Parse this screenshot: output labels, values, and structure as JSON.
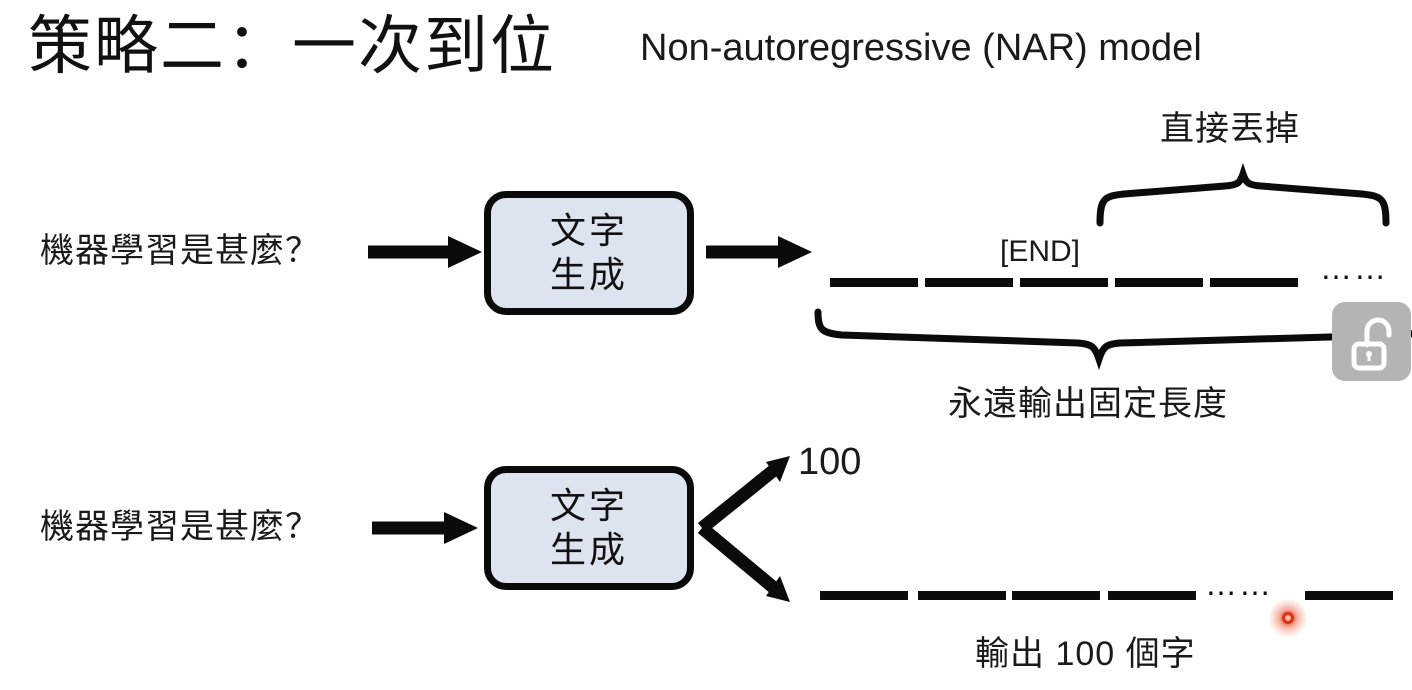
{
  "slide": {
    "background": "#ffffff",
    "title_cn": "策略二：一次到位",
    "title_en": "Non-autoregressive (NAR) model",
    "accent_box_fill": "#dde3ef",
    "ink": "#0b0b0b",
    "cursor_color": "#d9341a"
  },
  "row1": {
    "prompt": "機器學習是甚麼？",
    "model_line1": "文字",
    "model_line2": "生成",
    "end_token": "[END]",
    "ellipsis": "……",
    "brace_top_label": "直接丟掉",
    "brace_bottom_label": "永遠輸出固定長度",
    "dash_count": 5
  },
  "row2": {
    "prompt": "機器學習是甚麼？",
    "model_line1": "文字",
    "model_line2": "生成",
    "length_label": "100",
    "ellipsis": "……",
    "caption": "輸出 100 個字",
    "dash_count": 5
  },
  "overlay": {
    "lock_button": "unlock-icon",
    "lock_button_fill": "#b4b4b4"
  }
}
